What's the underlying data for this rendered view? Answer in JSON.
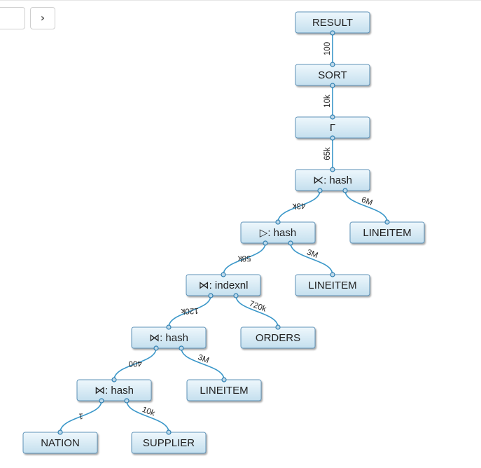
{
  "toolbar": {
    "prev_icon": "blank-button",
    "next_icon": "chevron-right-icon",
    "next_glyph": "›"
  },
  "plan": {
    "nodes": [
      {
        "id": "result",
        "label": "RESULT"
      },
      {
        "id": "sort",
        "label": "SORT"
      },
      {
        "id": "group",
        "label": "Γ"
      },
      {
        "id": "join1",
        "label": "⋉: hash"
      },
      {
        "id": "lineitem1",
        "label": "LINEITEM"
      },
      {
        "id": "anti",
        "label": "▷: hash"
      },
      {
        "id": "lineitem2",
        "label": "LINEITEM"
      },
      {
        "id": "join2",
        "label": "⋈: indexnl"
      },
      {
        "id": "orders",
        "label": "ORDERS"
      },
      {
        "id": "join3",
        "label": "⋈: hash"
      },
      {
        "id": "lineitem3",
        "label": "LINEITEM"
      },
      {
        "id": "join4",
        "label": "⋈: hash"
      },
      {
        "id": "nation",
        "label": "NATION"
      },
      {
        "id": "supplier",
        "label": "SUPPLIER"
      }
    ],
    "edges": [
      {
        "from": "sort",
        "to": "result",
        "label": "100"
      },
      {
        "from": "group",
        "to": "sort",
        "label": "10k"
      },
      {
        "from": "join1",
        "to": "group",
        "label": "65k"
      },
      {
        "from": "anti",
        "to": "join1",
        "label": "43k"
      },
      {
        "from": "lineitem1",
        "to": "join1",
        "label": "6M"
      },
      {
        "from": "join2",
        "to": "anti",
        "label": "58k"
      },
      {
        "from": "lineitem2",
        "to": "anti",
        "label": "3M"
      },
      {
        "from": "join3",
        "to": "join2",
        "label": "120k"
      },
      {
        "from": "orders",
        "to": "join2",
        "label": "720k"
      },
      {
        "from": "join4",
        "to": "join3",
        "label": "400"
      },
      {
        "from": "lineitem3",
        "to": "join3",
        "label": "3M"
      },
      {
        "from": "nation",
        "to": "join4",
        "label": "1"
      },
      {
        "from": "supplier",
        "to": "join4",
        "label": "10k"
      }
    ]
  }
}
